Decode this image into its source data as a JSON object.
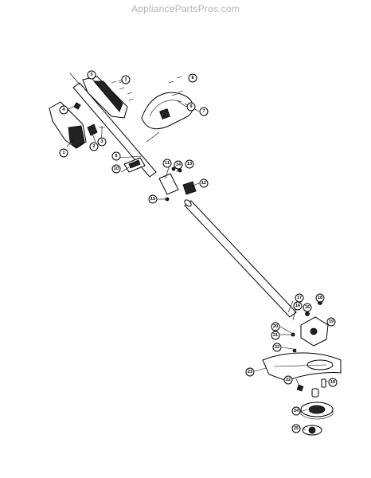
{
  "header": {
    "watermark": "AppliancePartsPros.com"
  },
  "callouts": [
    {
      "id": "c1",
      "label": "1"
    },
    {
      "id": "c2",
      "label": "2"
    },
    {
      "id": "c3",
      "label": "3"
    },
    {
      "id": "c4",
      "label": "4"
    },
    {
      "id": "c5",
      "label": "5"
    },
    {
      "id": "c6",
      "label": "6"
    },
    {
      "id": "c7",
      "label": "7"
    },
    {
      "id": "c8",
      "label": "8"
    },
    {
      "id": "c9",
      "label": "9"
    },
    {
      "id": "c10",
      "label": "10"
    },
    {
      "id": "c11",
      "label": "11"
    },
    {
      "id": "c12",
      "label": "12"
    },
    {
      "id": "c13",
      "label": "13"
    },
    {
      "id": "c14",
      "label": "14"
    },
    {
      "id": "c15",
      "label": "15"
    },
    {
      "id": "c16",
      "label": "16"
    },
    {
      "id": "c17",
      "label": "17"
    },
    {
      "id": "c18",
      "label": "18"
    },
    {
      "id": "c19",
      "label": "19"
    },
    {
      "id": "c20",
      "label": "20"
    },
    {
      "id": "c21",
      "label": "21"
    },
    {
      "id": "c22",
      "label": "22"
    },
    {
      "id": "c23",
      "label": "23"
    },
    {
      "id": "c1b",
      "label": "1"
    },
    {
      "id": "c16b",
      "label": "16"
    },
    {
      "id": "c18b",
      "label": "18"
    },
    {
      "id": "c22b",
      "label": "22"
    },
    {
      "id": "c24",
      "label": "24"
    },
    {
      "id": "c25",
      "label": "25"
    }
  ]
}
